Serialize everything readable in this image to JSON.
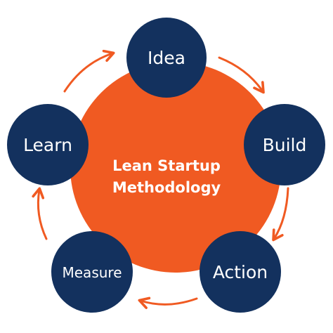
{
  "colors": {
    "center_fill": "#f05a22",
    "node_fill": "#13315e",
    "arrow": "#f05a22",
    "background": "#ffffff"
  },
  "center": {
    "line1": "Lean Startup",
    "line2": "Methodology"
  },
  "nodes": [
    {
      "label": "Idea"
    },
    {
      "label": "Build"
    },
    {
      "label": "Action"
    },
    {
      "label": "Measure"
    },
    {
      "label": "Learn"
    }
  ]
}
